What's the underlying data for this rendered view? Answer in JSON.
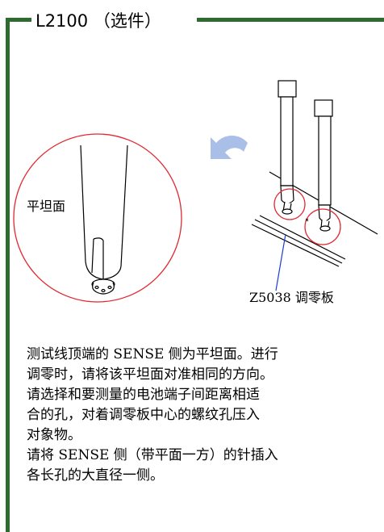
{
  "section": {
    "title": "L2100 （选件）"
  },
  "figure": {
    "flat_surface_label": "平坦面",
    "zero_adjust_board_label": "Z5038 调零板",
    "colors": {
      "frame": "#2e6b2e",
      "circle": "#e0282f",
      "leader": "#1a3fd0",
      "arrow": "#a9bfe8"
    }
  },
  "description": {
    "lines": [
      "测试线顶端的 SENSE 侧为平坦面。进行",
      "调零时，请将该平坦面对准相同的方向。",
      "请选择和要测量的电池端子间距离相适",
      "合的孔，对着调零板中心的螺纹孔压入",
      "对象物。",
      "请将 SENSE 侧（带平面一方）的针插入",
      "各长孔的大直径一侧。"
    ]
  }
}
